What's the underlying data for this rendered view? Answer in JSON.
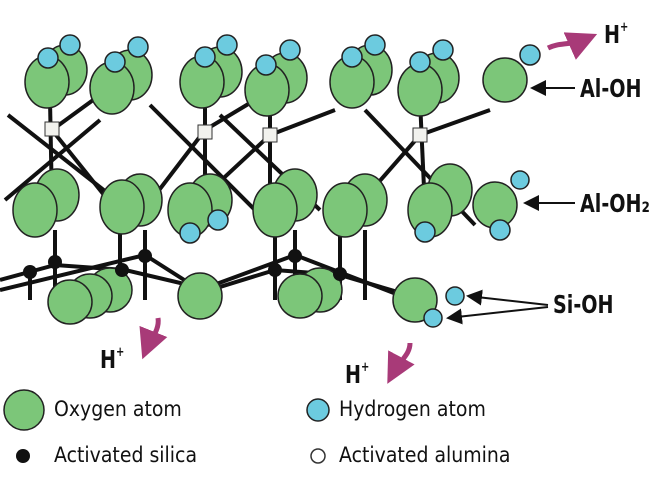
{
  "labels": {
    "al_oh": "Al-OH",
    "al_oh2": "Al-OH₂",
    "si_oh": "Si-OH",
    "h_plus": "H",
    "plus": "+"
  },
  "legend": [
    {
      "label": "Oxygen atom",
      "icon": "green-circle"
    },
    {
      "label": "Hydrogen atom",
      "icon": "blue-circle"
    },
    {
      "label": "Activated silica",
      "icon": "black-dot"
    },
    {
      "label": "Activated alumina",
      "icon": "white-dot"
    }
  ],
  "colors": {
    "oxygen": "#7cc679",
    "hydrogen": "#6ccbdf",
    "arrow": "#a83a78"
  }
}
